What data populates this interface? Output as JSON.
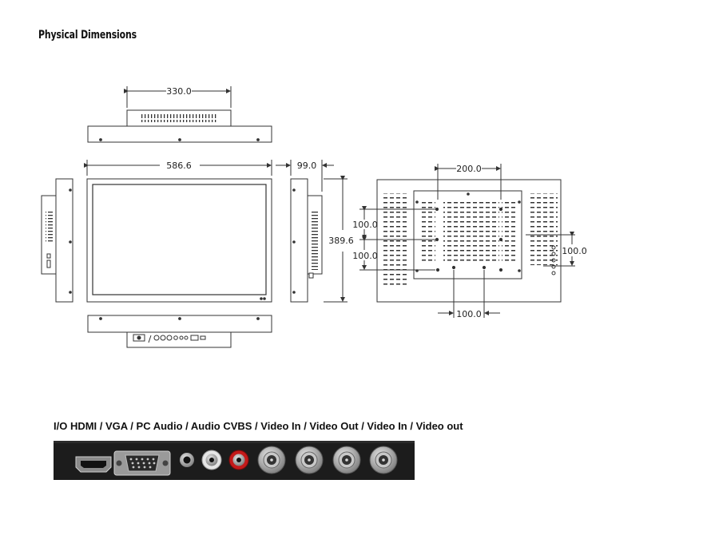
{
  "page": {
    "title": "Physical Dimensions"
  },
  "dimensions": {
    "top_width": "330.0",
    "front_width": "586.6",
    "side_depth": "99.0",
    "height": "389.6",
    "vesa_top": "200.0",
    "vesa_left_1": "100.0",
    "vesa_left_2": "100.0",
    "vesa_right": "100.0",
    "vesa_bottom": "100.0"
  },
  "io": {
    "label": "I/O HDMI / VGA / PC Audio / Audio CVBS / Video In / Video Out / Video In / Video out",
    "ports": [
      "hdmi-port-icon",
      "vga-port-icon",
      "pc-audio-jack-icon",
      "rca-white-jack-icon",
      "rca-red-jack-icon",
      "bnc-connector-icon",
      "bnc-connector-icon",
      "bnc-connector-icon",
      "bnc-connector-icon"
    ]
  },
  "colors": {
    "line": "#333333",
    "panel": "#1c1c1c",
    "rca_red": "#c41a1a",
    "metal": "#b9b9b9"
  }
}
